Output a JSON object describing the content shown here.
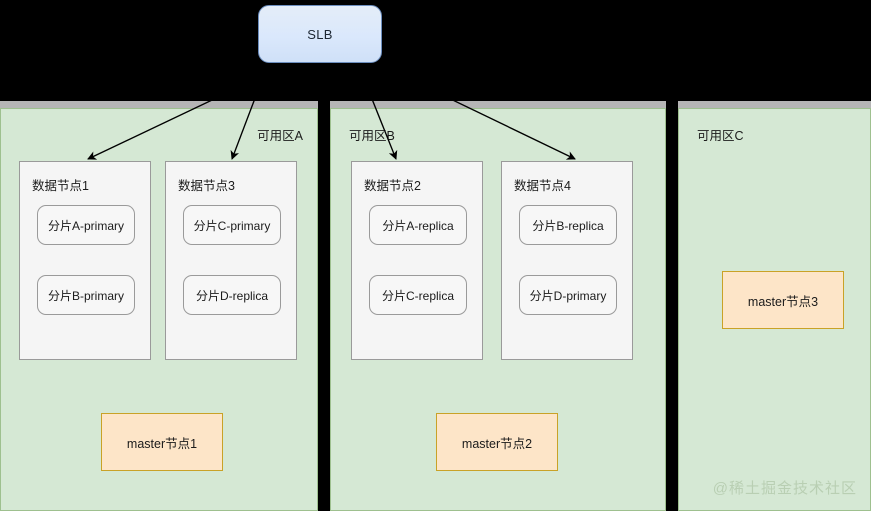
{
  "diagram": {
    "title": "SLB",
    "lb": {
      "label": "SLB"
    },
    "watermark": "@稀土掘金技术社区",
    "colors": {
      "background": "#000000",
      "zone_fill": "#d5e8d4",
      "zone_border": "#9ec08f",
      "node_fill": "#f5f5f5",
      "node_border": "#9a9a9a",
      "shard_fill": "#f7f7f7",
      "shard_border": "#9a9a9a",
      "master_fill": "#fde5c8",
      "master_border": "#c9a227",
      "lb_fill": "#dae8fc",
      "lb_border": "#6c8ebf",
      "arrow": "#000000",
      "watermark": "#b9cfb3"
    },
    "zones": [
      {
        "label": "可用区A",
        "nodes": [
          {
            "title": "数据节点1",
            "shards": [
              "分片A-primary",
              "分片B-primary"
            ]
          },
          {
            "title": "数据节点3",
            "shards": [
              "分片C-primary",
              "分片D-replica"
            ]
          }
        ],
        "master": "master节点1"
      },
      {
        "label": "可用区B",
        "nodes": [
          {
            "title": "数据节点2",
            "shards": [
              "分片A-replica",
              "分片C-replica"
            ]
          },
          {
            "title": "数据节点4",
            "shards": [
              "分片B-replica",
              "分片D-primary"
            ]
          }
        ],
        "master": "master节点2"
      },
      {
        "label": "可用区C",
        "nodes": [],
        "master": "master节点3"
      }
    ]
  }
}
